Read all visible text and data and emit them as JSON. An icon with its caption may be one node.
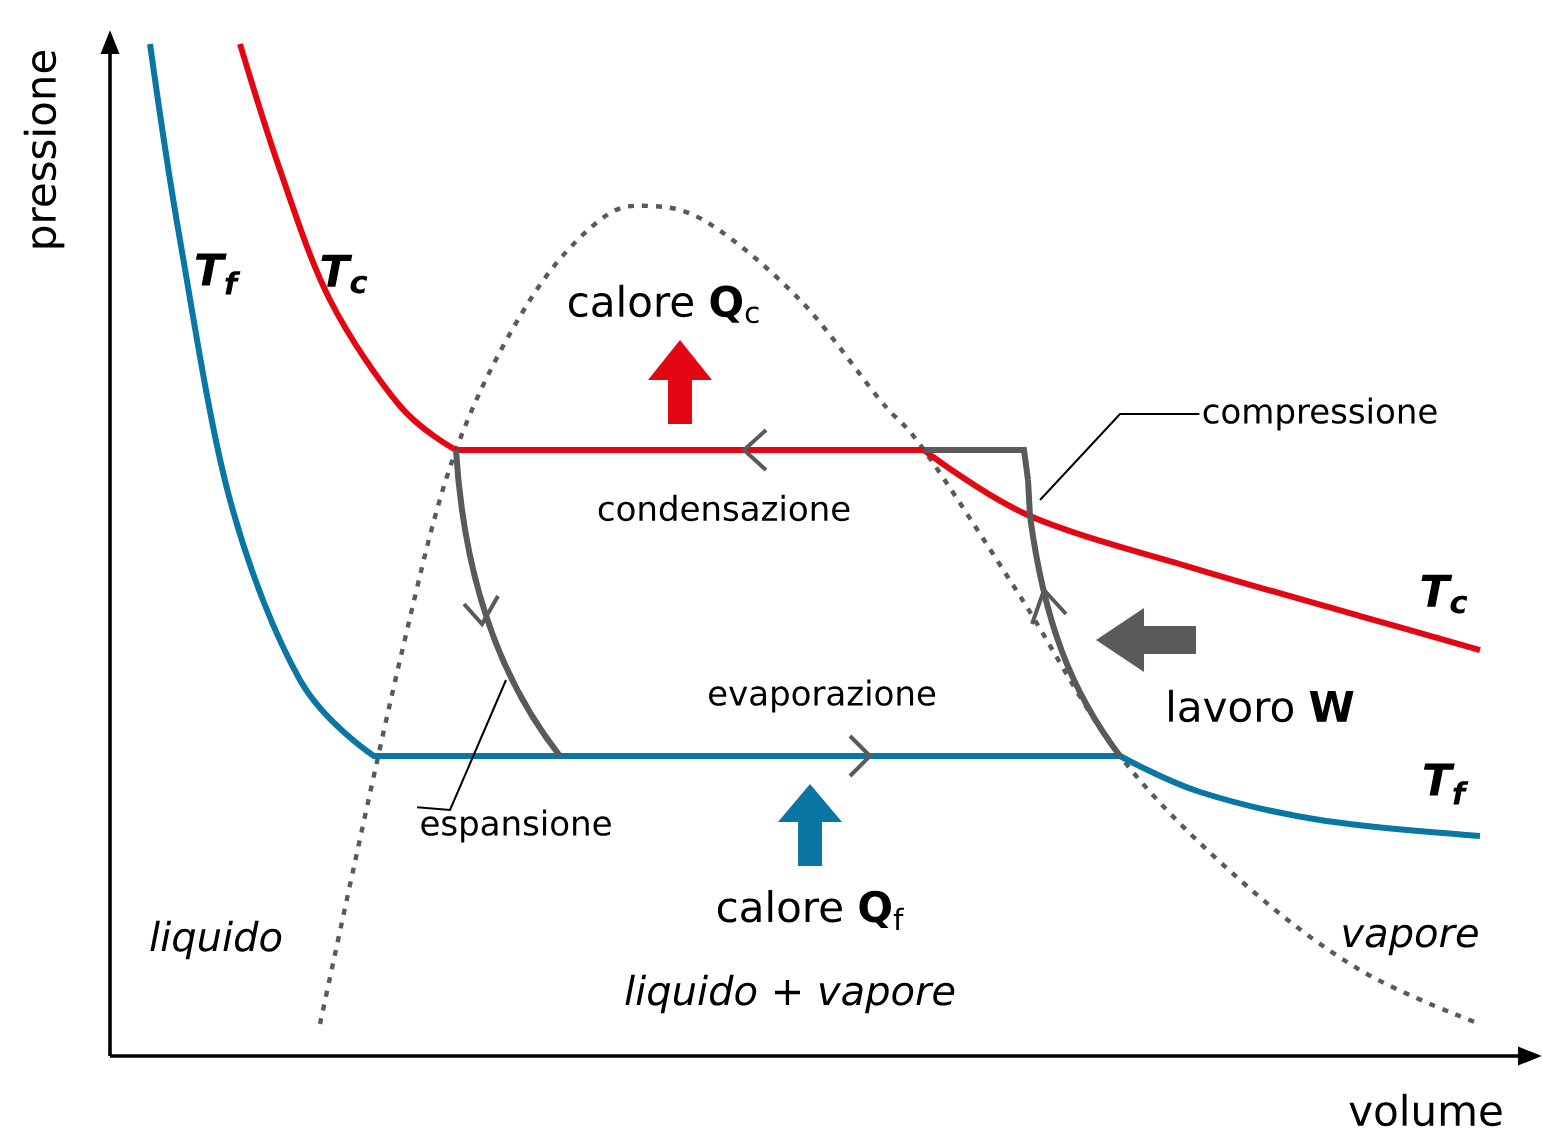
{
  "diagram": {
    "nodes": [
      {
        "text": [
          "compressione"
        ]
      },
      {
        "text": [
          "espansione"
        ]
      },
      {
        "text": [],
        "shape": "line"
      },
      {
        "text": [],
        "shape": "line"
      }
    ],
    "edges": [
      {
        "from": 0,
        "to": 3,
        "arrow": "none"
      },
      {
        "from": 1,
        "to": 2,
        "arrow": "none"
      }
    ],
    "labels": [
      "pressione",
      "T$_{f}$",
      "T$_{c}$",
      "calore **Q**$_{c}$",
      "condensazione",
      "evaporazione",
      "T$_{c}$",
      "lavoro **W**",
      "T$_{f}$",
      "calore **Q**$_{f}$",
      "liquido",
      "vapore",
      "liquido + vapore",
      "volume"
    ]
  }
}
